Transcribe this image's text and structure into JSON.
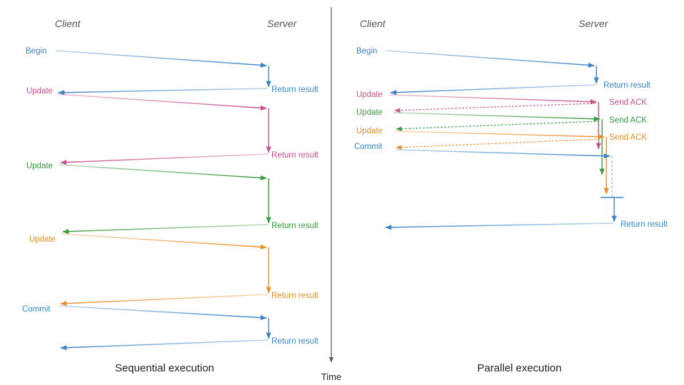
{
  "figure": {
    "time_axis_label": "Time",
    "axis_color": "#555555"
  },
  "colors": {
    "blue": "#3d85c6",
    "pink": "#c9538a",
    "green": "#3c9a41",
    "orange": "#e8912a",
    "actor": "#555555",
    "caption": "#222222",
    "background": "#ffffff"
  },
  "panels": [
    {
      "id": "sequential",
      "caption": "Sequential execution",
      "client_label": "Client",
      "server_label": "Server",
      "messages": [
        {
          "label": "Begin",
          "side": "client",
          "color": "blue"
        },
        {
          "label": "Return result",
          "side": "server",
          "color": "blue"
        },
        {
          "label": "Update",
          "side": "client",
          "color": "pink"
        },
        {
          "label": "Return result",
          "side": "server",
          "color": "pink"
        },
        {
          "label": "Update",
          "side": "client",
          "color": "green"
        },
        {
          "label": "Return result",
          "side": "server",
          "color": "green"
        },
        {
          "label": "Update",
          "side": "client",
          "color": "orange"
        },
        {
          "label": "Return result",
          "side": "server",
          "color": "orange"
        },
        {
          "label": "Commit",
          "side": "client",
          "color": "blue"
        },
        {
          "label": "Return result",
          "side": "server",
          "color": "blue"
        }
      ]
    },
    {
      "id": "parallel",
      "caption": "Parallel execution",
      "client_label": "Client",
      "server_label": "Server",
      "messages": [
        {
          "label": "Begin",
          "side": "client",
          "color": "blue"
        },
        {
          "label": "Return result",
          "side": "server",
          "color": "blue"
        },
        {
          "label": "Update",
          "side": "client",
          "color": "pink"
        },
        {
          "label": "Send ACK",
          "side": "server",
          "color": "pink"
        },
        {
          "label": "Update",
          "side": "client",
          "color": "green"
        },
        {
          "label": "Send ACK",
          "side": "server",
          "color": "green"
        },
        {
          "label": "Update",
          "side": "client",
          "color": "orange"
        },
        {
          "label": "Send ACK",
          "side": "server",
          "color": "orange"
        },
        {
          "label": "Commit",
          "side": "client",
          "color": "blue"
        },
        {
          "label": "Return result",
          "side": "server",
          "color": "blue"
        }
      ]
    }
  ],
  "text": {
    "seq_client": "Client",
    "seq_server": "Server",
    "par_client": "Client",
    "par_server": "Server",
    "seq_caption": "Sequential execution",
    "par_caption": "Parallel execution",
    "time": "Time",
    "seq_m0": "Begin",
    "seq_m1": "Return result",
    "seq_m2": "Update",
    "seq_m3": "Return result",
    "seq_m4": "Update",
    "seq_m5": "Return result",
    "seq_m6": "Update",
    "seq_m7": "Return result",
    "seq_m8": "Commit",
    "seq_m9": "Return result",
    "par_m0": "Begin",
    "par_m1": "Return result",
    "par_m2": "Update",
    "par_m3": "Send ACK",
    "par_m4": "Update",
    "par_m5": "Send ACK",
    "par_m6": "Update",
    "par_m7": "Send ACK",
    "par_m8": "Commit",
    "par_m9": "Return result"
  }
}
